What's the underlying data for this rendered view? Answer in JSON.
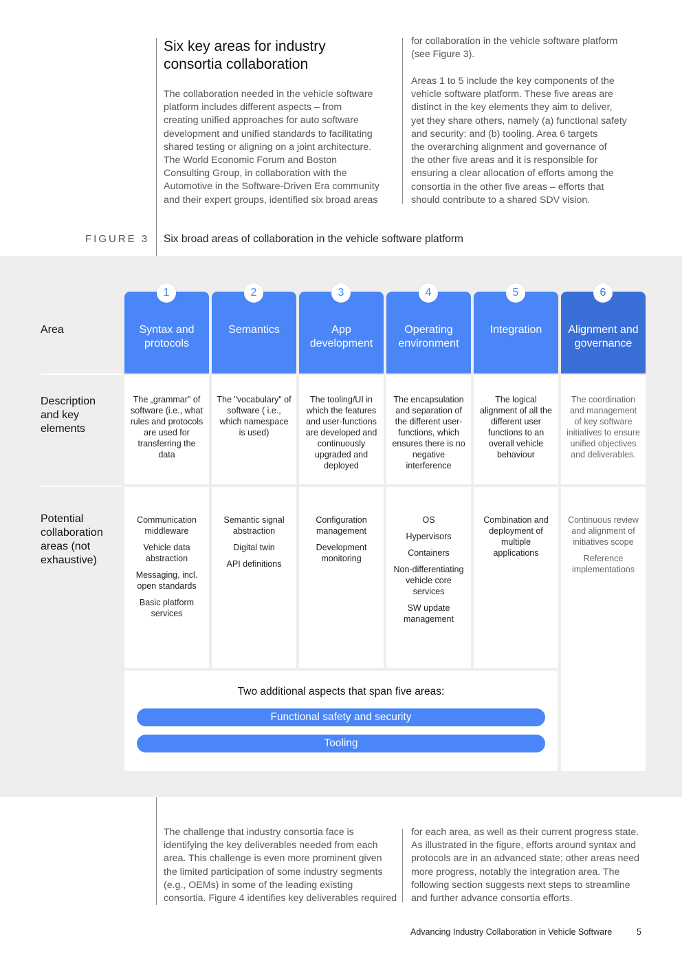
{
  "intro": {
    "heading": "Six key areas for industry\nconsortia collaboration",
    "left_paragraph": "The collaboration needed in the vehicle software\nplatform includes different aspects – from\ncreating unified approaches for auto software\ndevelopment and unified standards to facilitating\nshared testing or aligning on a joint architecture.\nThe World Economic Forum and Boston\nConsulting Group, in collaboration with the\nAutomotive in the Software-Driven Era community\nand their expert groups, identified six broad areas",
    "right_paragraph_1": "for collaboration in the vehicle software platform\n(see Figure 3).",
    "right_paragraph_2": "Areas 1 to 5 include the key components of the\nvehicle software platform. These five areas are\ndistinct in the key elements they aim to deliver,\nyet they share others, namely (a) functional safety\nand security; and (b) tooling. Area 6 targets\nthe overarching alignment and governance of\nthe other five areas and it is responsible for\nensuring a clear allocation of efforts among the\nconsortia in the other five areas – efforts that\nshould contribute to a shared SDV vision."
  },
  "figure": {
    "label": "FIGURE 3",
    "title": "Six broad areas of collaboration in the vehicle software platform",
    "row_labels": {
      "area": "Area",
      "description": "Description\nand key\nelements",
      "potential_bold": "Potential\ncollaboration\nareas",
      "potential_light": " (not\nexhaustive)"
    },
    "columns": [
      {
        "number": "1",
        "title": "Syntax and\nprotocols",
        "description": "The „grammar\" of software (i.e., what rules and protocols are used for transferring the data",
        "areas": [
          "Communication\nmiddleware",
          "Vehicle data\nabstraction",
          "Messaging, incl.\nopen standards",
          "Basic platform\nservices"
        ]
      },
      {
        "number": "2",
        "title": "Semantics",
        "description": "The \"vocabulary\" of software  ( i.e., which namespace is used)",
        "areas": [
          "Semantic signal\nabstraction",
          "Digital twin",
          "API definitions"
        ]
      },
      {
        "number": "3",
        "title": "App\ndevelopment",
        "description": "The tooling/UI in which the features and user-functions are developed and continuously upgraded and deployed",
        "areas": [
          "Configuration\nmanagement",
          "Development\nmonitoring"
        ]
      },
      {
        "number": "4",
        "title": "Operating\nenvironment",
        "description": "The encapsulation and separation of the different user-functions, which ensures there is no negative interference",
        "areas": [
          "OS",
          "Hypervisors",
          "Containers",
          "Non-differentiating\nvehicle core\nservices",
          "SW update\nmanagement"
        ]
      },
      {
        "number": "5",
        "title": "Integration",
        "description": "The logical alignment of all the different user functions to an overall vehicle behaviour",
        "areas": [
          "Combination and\ndeployment of\nmultiple\napplications"
        ]
      },
      {
        "number": "6",
        "title": "Alignment and\ngovernance",
        "description": "The coordination and management of key software initiatives to ensure unified objectives and deliverables.",
        "areas": [
          "Continuous review\nand alignment of\ninitiatives scope",
          "Reference\nimplementations"
        ]
      }
    ],
    "span": {
      "title": "Two additional aspects that span five areas:",
      "pill_1": "Functional safety and security",
      "pill_2": "Tooling"
    },
    "colors": {
      "area_blue": "#4a86f7",
      "governance_blue": "#3a6fd8",
      "panel_gray": "#eeeeee"
    }
  },
  "outro": {
    "left_paragraph": "The challenge that industry consortia face is\nidentifying the key deliverables needed from each\narea. This challenge is even more prominent given\nthe limited participation of some industry segments\n(e.g., OEMs) in some of the leading existing\nconsortia. Figure 4 identifies key deliverables required",
    "right_paragraph": "for each area, as well as their current progress state.\nAs illustrated in the figure, efforts around syntax and\nprotocols are in an advanced state; other areas need\nmore progress, notably the integration area. The\nfollowing section suggests next steps to streamline\nand further advance consortia efforts."
  },
  "footer": {
    "title": "Advancing Industry Collaboration in Vehicle Software",
    "page_number": "5"
  }
}
